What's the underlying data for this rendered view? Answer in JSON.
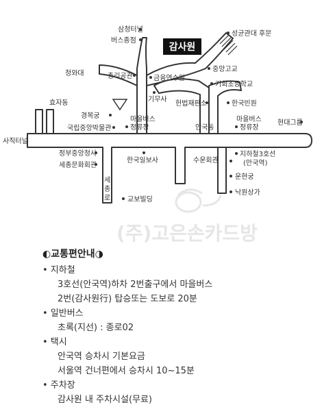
{
  "map": {
    "destination": "감사원",
    "labels": {
      "samcheong_tunnel": "삼청터널",
      "bus_terminal": "버스종점",
      "sungkyunkwan_back_gate": "성균관대 후문",
      "cheongwadae": "청와대",
      "pm_residence": "총리공관",
      "financial_institute": "금융연수원",
      "joongang_high": "중앙고교",
      "kihoe_elementary": "기회초등학교",
      "gimusa": "기무사",
      "constitutional_court": "헌법재판소",
      "korea_bank": "한국빈원",
      "hyojadong": "효자동",
      "gyeongbokgung": "경복궁",
      "folk_museum": "국립중앙박물관",
      "village_bus_stop_left": "마을버스\n정류장",
      "angukdong": "안국동",
      "village_bus_stop_right": "마을버스\n정류장",
      "hyundai_group": "현대그룹",
      "sajik_tunnel": "사직터널",
      "government_complex": "정부중앙청사",
      "sejong_center": "세종문화회관",
      "hankook_ilbo": "한국일보사",
      "suun_hall": "수운회관",
      "subway_line3": "지하철3호선\n(안국역)",
      "unhyeongung": "운현궁",
      "nagwon_arcade": "낙원상가",
      "sejongro": "세종로",
      "kyobo_building": "교보빌딩"
    },
    "watermark": "(주)고은손카드방"
  },
  "guide": {
    "title": "◐교통편안내◑",
    "items": [
      {
        "heading": "지하철",
        "lines": [
          "3호선(안국역)하차 2번출구에서 마을버스",
          "2번(감사원行) 탑승또는 도보로 20분"
        ]
      },
      {
        "heading": "일반버스",
        "lines": [
          "초록(지선) : 종로02"
        ]
      },
      {
        "heading": "택시",
        "lines": [
          "안국역 승차시 기본요금",
          "서울역 건너편에서 승차시 10~15분"
        ]
      },
      {
        "heading": "주차장",
        "lines": [
          "감사원 내 주차시설(무료)"
        ]
      }
    ]
  },
  "colors": {
    "road_stroke": "#333333",
    "dest_box": "#111111",
    "dest_text": "#ffffff",
    "watermark": "#e6e6e6"
  }
}
